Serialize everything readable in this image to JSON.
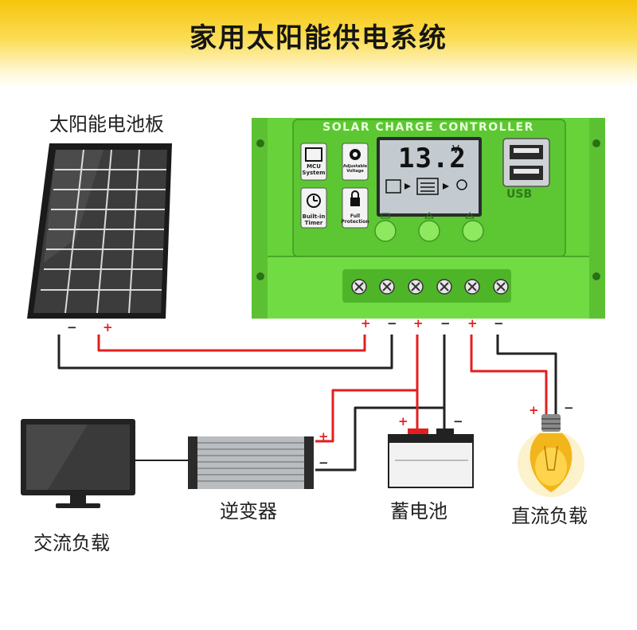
{
  "header": {
    "title": "家用太阳能供电系统"
  },
  "labels": {
    "solar_panel": "太阳能电池板",
    "inverter": "逆变器",
    "battery": "蓄电池",
    "dc_load": "直流负载",
    "ac_load": "交流负载"
  },
  "controller": {
    "title": "SOLAR CHARGE CONTROLLER",
    "lcd_value": "13.2",
    "lcd_unit": "V",
    "usb_label": "USB",
    "features": [
      {
        "line1": "MCU",
        "line2": "System",
        "icon": "chip-icon"
      },
      {
        "line1": "Adjustable",
        "line2": "Voltage",
        "icon": "gear-icon"
      },
      {
        "line1": "Built-in",
        "line2": "Timer",
        "icon": "clock-icon"
      },
      {
        "line1": "Full",
        "line2": "Protection",
        "icon": "lock-icon"
      }
    ]
  },
  "polarity": {
    "plus": "+",
    "minus": "−"
  },
  "colors": {
    "header_yellow": "#f6c40b",
    "controller_green": "#6cd63c",
    "wire_red": "#e41e1e",
    "wire_black": "#222222"
  }
}
